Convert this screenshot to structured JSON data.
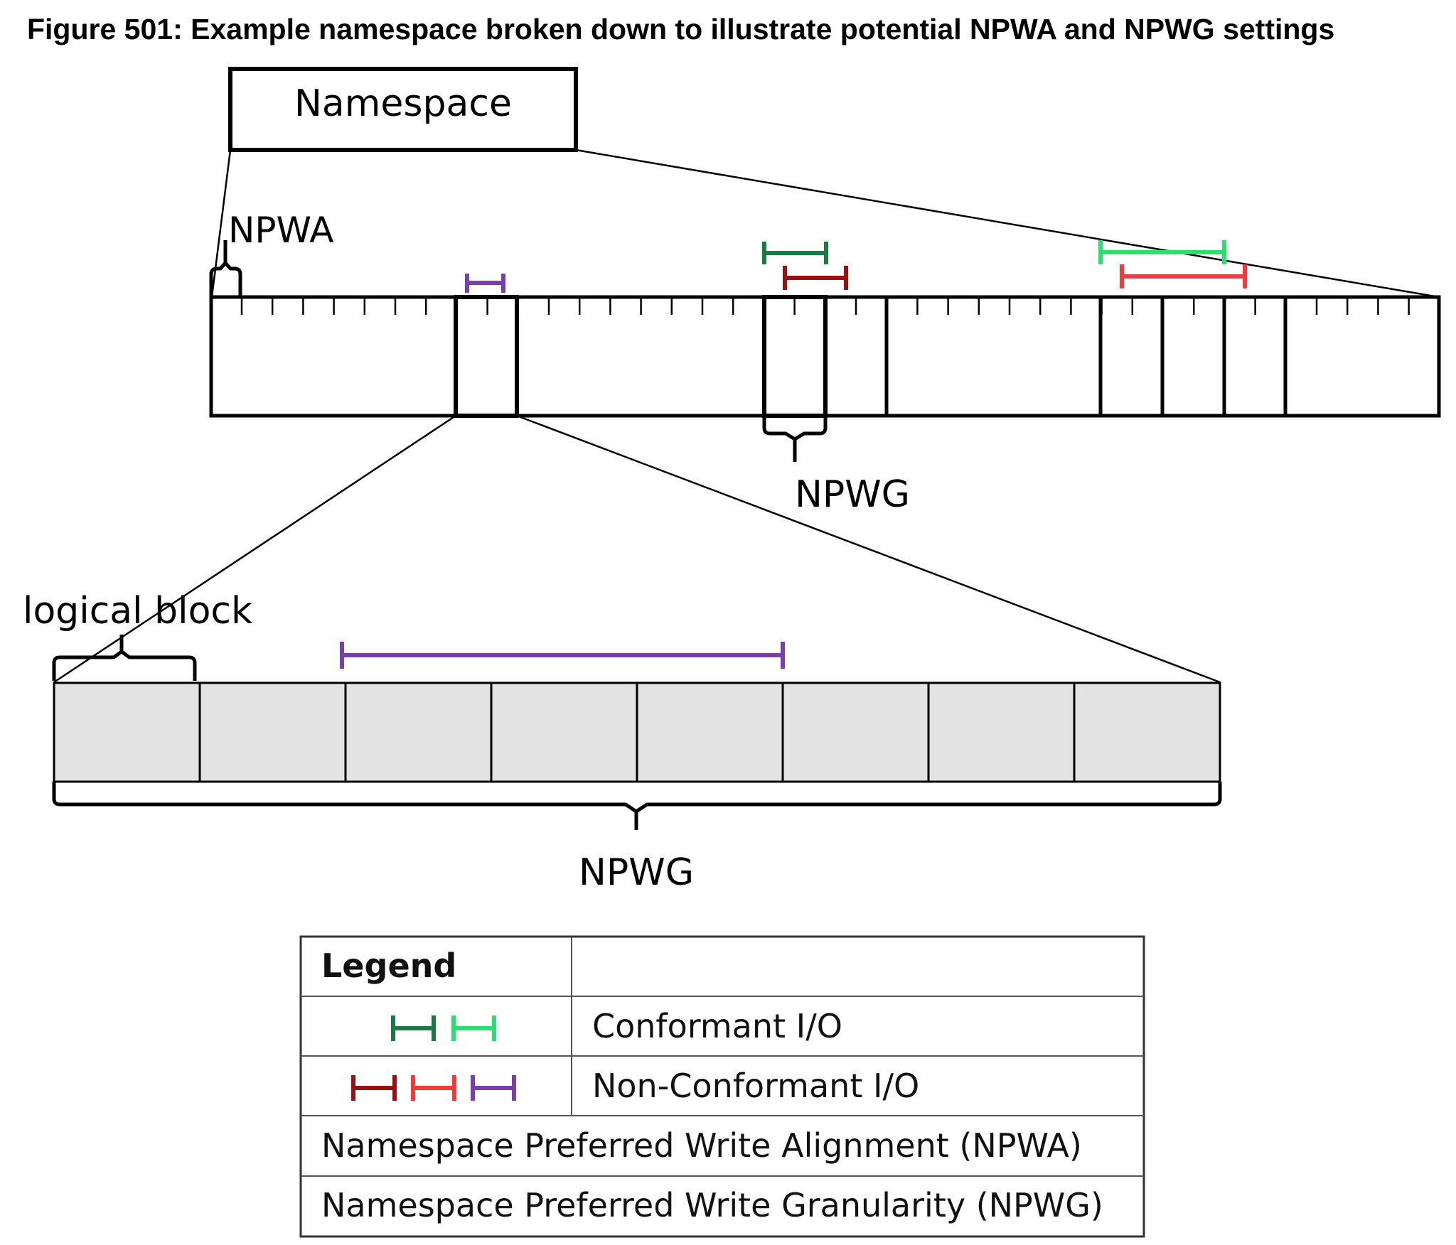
{
  "title": "Figure 501: Example namespace broken down to illustrate potential NPWA and NPWG settings",
  "labels": {
    "namespace": "Namespace",
    "npwa": "NPWA",
    "npwg_top": "NPWG",
    "logical_block": "logical block",
    "npwg_bottom": "NPWG"
  },
  "legend": {
    "header": "Legend",
    "rows": [
      {
        "label": "Conformant I/O",
        "colors": [
          "#1a7a45",
          "#27e070"
        ]
      },
      {
        "label": "Non-Conformant I/O",
        "colors": [
          "#9b1010",
          "#f23c3c",
          "#7a3fa8"
        ]
      }
    ],
    "definitions": [
      "Namespace Preferred Write Alignment (NPWA)",
      "Namespace Preferred Write Granularity (NPWG)"
    ]
  },
  "colors": {
    "conformant_dark": "#1a7a45",
    "conformant_light": "#27e070",
    "nonconformant_dark": "#9b1010",
    "nonconformant_light": "#f23c3c",
    "nonconformant_purple": "#7a3fa8",
    "logical_block_fill": "#e3e3e3"
  }
}
